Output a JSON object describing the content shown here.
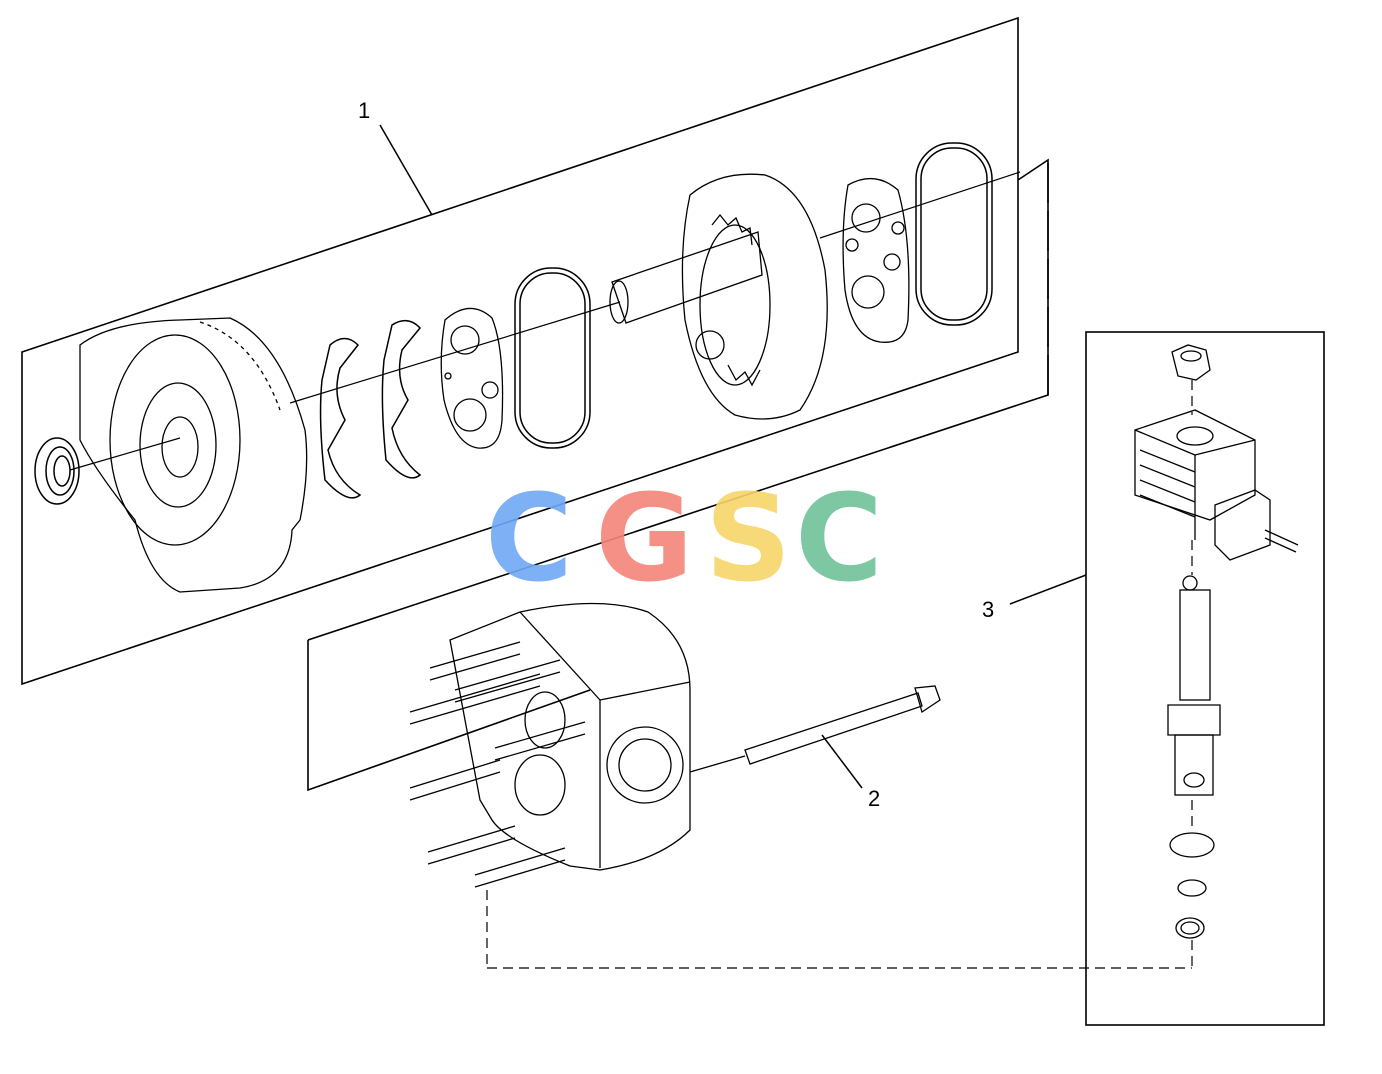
{
  "callouts": [
    {
      "id": "1",
      "label": "1"
    },
    {
      "id": "2",
      "label": "2"
    },
    {
      "id": "3",
      "label": "3"
    }
  ],
  "watermark": {
    "letters": [
      "C",
      "G",
      "S",
      "C"
    ],
    "colors": [
      "#6fa8f5",
      "#f4857a",
      "#f8d56a",
      "#6fc29a"
    ]
  },
  "colors": {
    "line": "#000000",
    "background": "#ffffff"
  }
}
